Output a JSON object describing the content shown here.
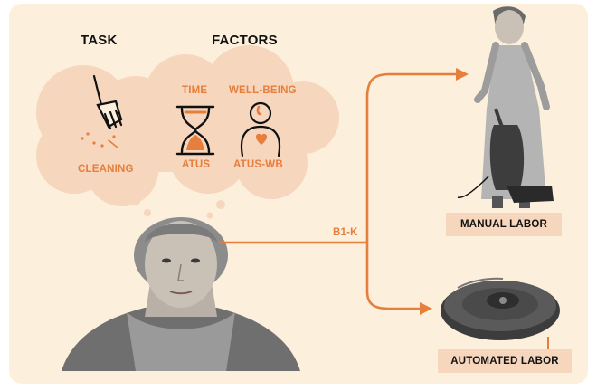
{
  "headers": {
    "task": "TASK",
    "factors": "FACTORS"
  },
  "factors": {
    "time": "TIME",
    "wellbeing": "WELL-BEING",
    "atus": "ATUS",
    "atus_wb": "ATUS-WB"
  },
  "task_label": "CLEANING",
  "connector_label": "B1-K",
  "outcomes": {
    "manual": "MANUAL LABOR",
    "automated": "AUTOMATED LABOR"
  },
  "colors": {
    "background": "#fcefdc",
    "cloud": "#f6d6bd",
    "accent": "#e67e3c",
    "text": "#111111"
  }
}
